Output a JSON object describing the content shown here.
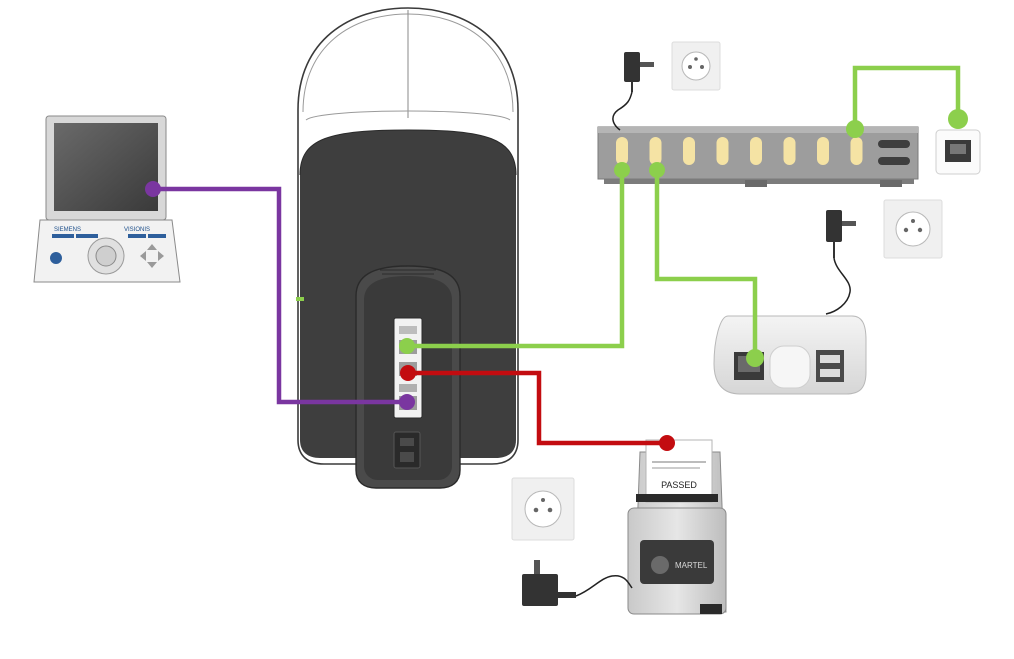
{
  "colors": {
    "ethernet": "#8ccf4c",
    "usb": "#7a36a0",
    "serial": "#c30c10",
    "device_body": "#3e3e3e",
    "switch_body": "#9d9d9d",
    "port_led": "#f5e3a4",
    "background": "#ffffff"
  },
  "devices": {
    "main_unit": {
      "icon": "tablet-scanner-icon"
    },
    "handheld": {
      "icon": "handheld-controller-icon",
      "labels": {
        "left": "SIEMENS",
        "right": "VISIONIS"
      }
    },
    "network_switch": {
      "icon": "network-switch-icon",
      "port_count": 8
    },
    "mini_pc": {
      "icon": "mini-pc-icon"
    },
    "printer": {
      "icon": "receipt-printer-icon",
      "receipt_text": "PASSED",
      "brand_text": "MARTEL"
    },
    "rj45_jack": {
      "icon": "rj45-wall-jack-icon"
    }
  },
  "power": [
    {
      "icon": "power-adapter-icon",
      "outlet_icon": "wall-outlet-icon",
      "target": "network-switch"
    },
    {
      "icon": "power-adapter-icon",
      "outlet_icon": "wall-outlet-icon",
      "target": "mini-pc"
    },
    {
      "icon": "power-adapter-icon",
      "outlet_icon": "wall-outlet-icon",
      "target": "printer"
    }
  ],
  "connections": [
    {
      "type": "ethernet",
      "from": "main-unit",
      "to": "network-switch"
    },
    {
      "type": "ethernet",
      "from": "network-switch",
      "to": "mini-pc"
    },
    {
      "type": "ethernet",
      "from": "network-switch",
      "to": "rj45-wall-jack"
    },
    {
      "type": "usb",
      "from": "handheld",
      "to": "main-unit"
    },
    {
      "type": "serial",
      "from": "main-unit",
      "to": "printer"
    }
  ]
}
